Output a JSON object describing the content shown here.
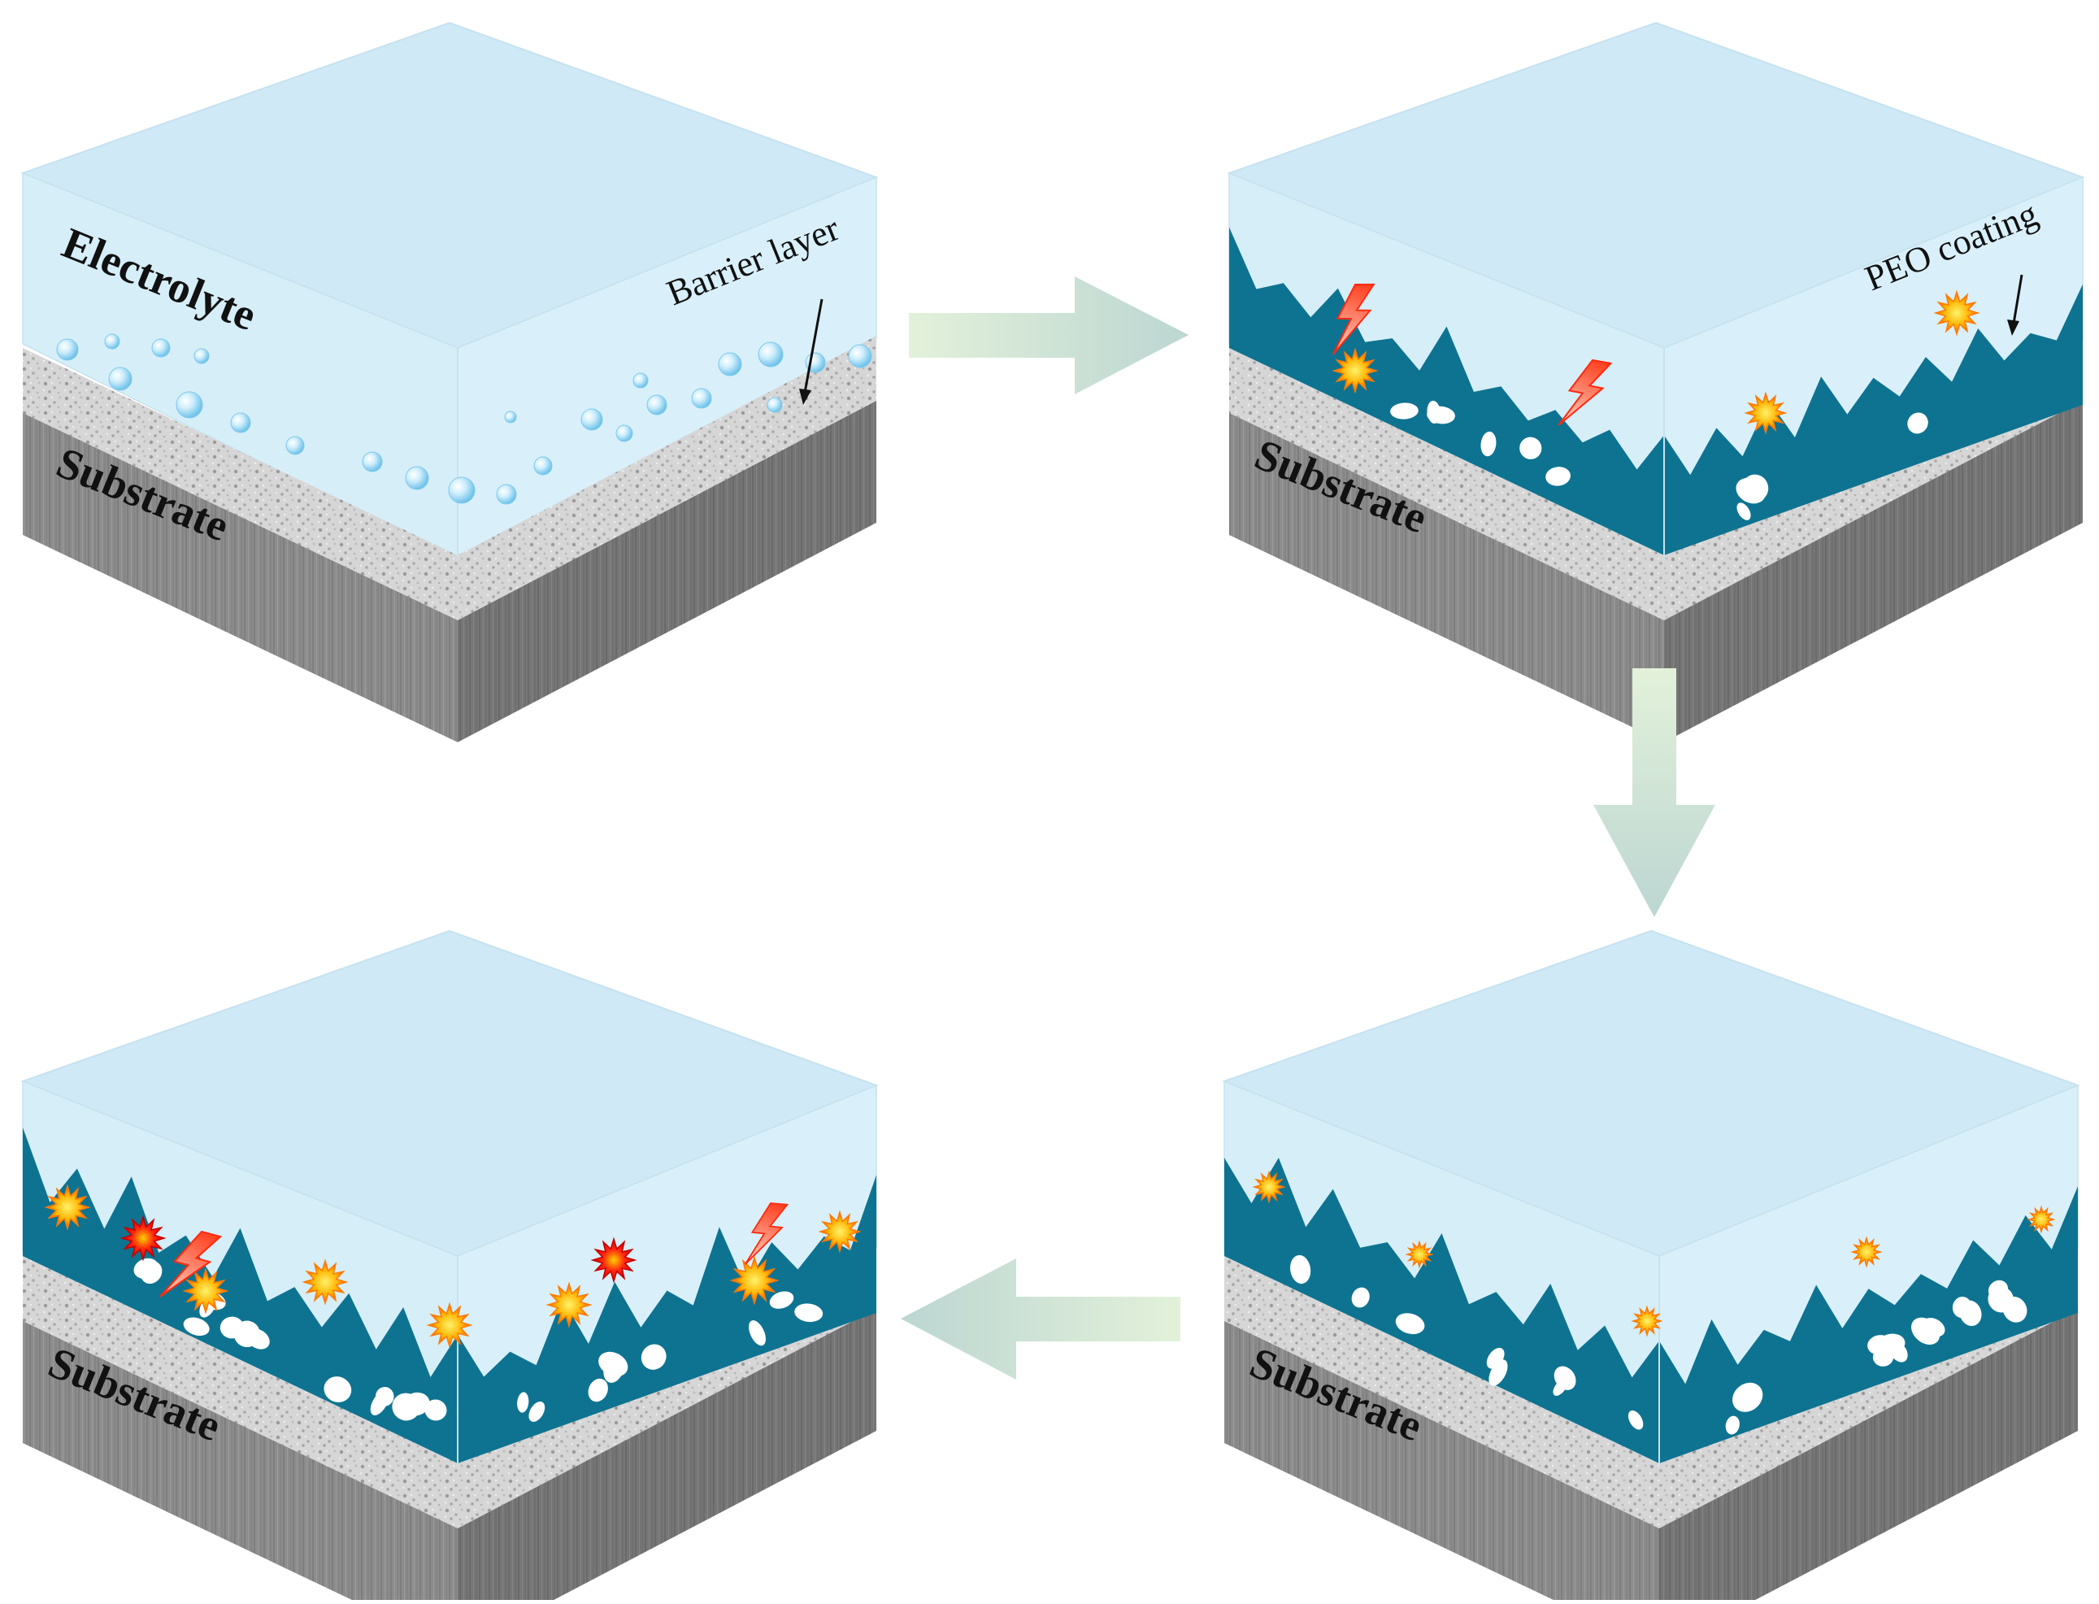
{
  "panels": [
    {
      "id": "stage-1",
      "labels": {
        "electrolyte": "Electrolyte",
        "substrate": "Substrate",
        "barrier": "Barrier layer"
      }
    },
    {
      "id": "stage-2",
      "labels": {
        "substrate": "Substrate",
        "coating": "PEO coating"
      }
    },
    {
      "id": "stage-3",
      "labels": {
        "substrate": "Substrate"
      }
    },
    {
      "id": "stage-4",
      "labels": {
        "substrate": "Substrate"
      }
    }
  ],
  "colors": {
    "electrolyte": "#d6eef8",
    "electrolyte_top": "#cfe9f6",
    "coating": "#0e7391",
    "barrier": "#d9d9d9",
    "substrate": "#8a8a8a",
    "substrate_dark": "#6f6f6f",
    "spark_orange": "#ffb000",
    "spark_red": "#ff2a10",
    "arrow": "#cfe3dc"
  }
}
